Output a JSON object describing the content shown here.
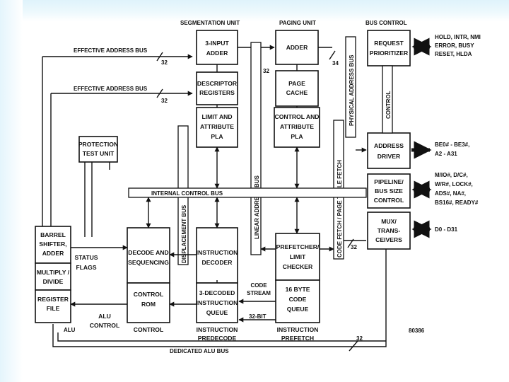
{
  "top_labels": {
    "segmentation_unit": "SEGMENTATION UNIT",
    "paging_unit": "PAGING UNIT",
    "bus_control": "BUS CONTROL"
  },
  "buses": {
    "effective_address_bus_1": "EFFECTIVE ADDRESS BUS",
    "effective_address_bus_2": "EFFECTIVE ADDRESS BUS",
    "internal_control_bus": "INTERNAL CONTROL BUS",
    "displacement_bus": "DISPLACEMENT BUS",
    "linear_address_bus": "LINEAR ADDRESS BUS",
    "physical_address_bus": "PHYSICAL ADDRESS BUS",
    "code_fetch_page_table_fetch": "CODE FETCH / PAGE TABLE FETCH",
    "dedicated_alu_bus": "DEDICATED ALU BUS",
    "code_stream": [
      "CODE",
      "STREAM"
    ],
    "control_vertical": "CONTROL",
    "bus_width_32_a": "32",
    "bus_width_32_b": "32",
    "bus_width_32_c": "32",
    "bus_width_34": "34",
    "bus_width_32_d": "32",
    "bus_width_32_e": "32",
    "bus_width_32bit": "32-BIT",
    "alu_arrow": "ALU"
  },
  "blocks": {
    "three_input_adder": [
      "3-INPUT",
      "ADDER"
    ],
    "descriptor_registers": [
      "DESCRIPTOR",
      "REGISTERS"
    ],
    "seg_limit_attribute_pla": [
      "LIMIT AND",
      "ATTRIBUTE",
      "PLA"
    ],
    "paging_adder": [
      "ADDER"
    ],
    "page_cache": [
      "PAGE",
      "CACHE"
    ],
    "paging_control_attribute_pla": [
      "CONTROL AND",
      "ATTRIBUTE",
      "PLA"
    ],
    "request_prioritizer": [
      "REQUEST",
      "PRIORITIZER"
    ],
    "address_driver": [
      "ADDRESS",
      "DRIVER"
    ],
    "pipeline_bus_size_control": [
      "PIPELINE/",
      "BUS SIZE",
      "CONTROL"
    ],
    "mux_transceivers": [
      "MUX/",
      "TRANS-",
      "CEIVERS"
    ],
    "protection_test_unit": [
      "PROTECTION",
      "TEST UNIT"
    ],
    "barrel_shifter_adder": [
      "BARREL",
      "SHIFTER,",
      "ADDER"
    ],
    "multiply_divide": [
      "MULTIPLY /",
      "DIVIDE"
    ],
    "register_file": [
      "REGISTER",
      "FILE"
    ],
    "status_flags": [
      "STATUS",
      "FLAGS"
    ],
    "alu_control": [
      "ALU",
      "CONTROL"
    ],
    "decode_and_sequencing": [
      "DECODE AND",
      "SEQUENCING"
    ],
    "control_rom": [
      "CONTROL",
      "ROM"
    ],
    "control_caption": [
      "CONTROL"
    ],
    "instruction_decoder": [
      "INSTRUCTION",
      "DECODER"
    ],
    "three_decoded_instruction_queue": [
      "3-DECODED",
      "INSTRUCTION",
      "QUEUE"
    ],
    "instruction_predecode": [
      "INSTRUCTION",
      "PREDECODE"
    ],
    "prefetcher_limit_checker": [
      "PREFETCHER/",
      "LIMIT",
      "CHECKER"
    ],
    "code_queue_16_byte": [
      "16 BYTE",
      "CODE",
      "QUEUE"
    ],
    "instruction_prefetch": [
      "INSTRUCTION",
      "PREFETCH"
    ]
  },
  "signals": {
    "hold_intr": [
      "HOLD, INTR, NMI",
      "ERROR, BUSY",
      "RESET, HLDA"
    ],
    "be_a": [
      "BE0# - BE3#,",
      "A2 - A31"
    ],
    "mio": [
      "M/IO#, D/C#,",
      "W/R#, LOCK#,",
      "ADS#, NA#,",
      "BS16#, READY#"
    ],
    "data": [
      "D0 - D31"
    ]
  },
  "chip_id": "80386",
  "colors": {
    "line": "#111111",
    "slide_accent": "#dff3fb"
  }
}
